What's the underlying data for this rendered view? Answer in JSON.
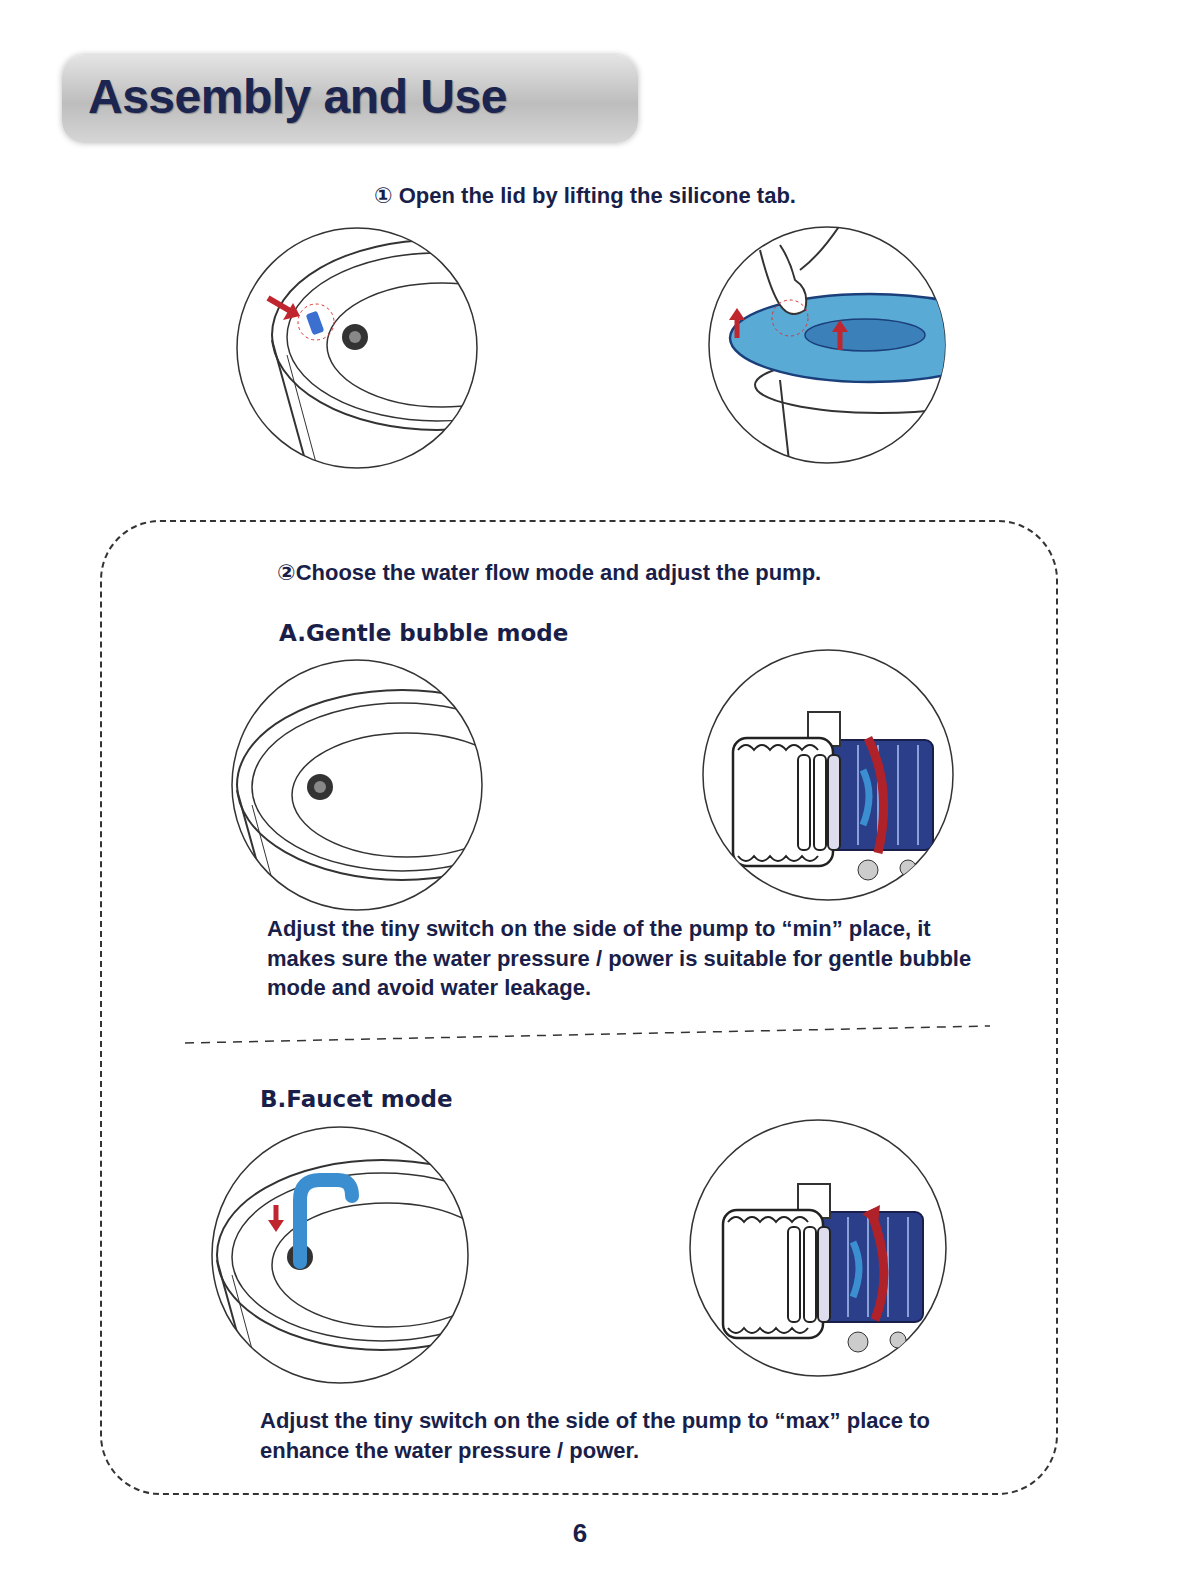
{
  "diagram": {
    "title": "Assembly and Use",
    "nodes": [
      {
        "text": [
          "②Choose the water flow mode and adjust the pump.",
          "A.Gentle bubble mode",
          "Adjust the tiny switch on the side of the pump to “min” place, it makes sure the water pressure / power is suitable for gentle bubble mode and avoid water leakage.",
          "B.Faucet mode",
          "Adjust the tiny switch on the side of the pump to “max” place to enhance the water pressure / power."
        ]
      }
    ],
    "labels": [
      "① Open the lid by lifting the silicone tab.",
      "6"
    ]
  }
}
